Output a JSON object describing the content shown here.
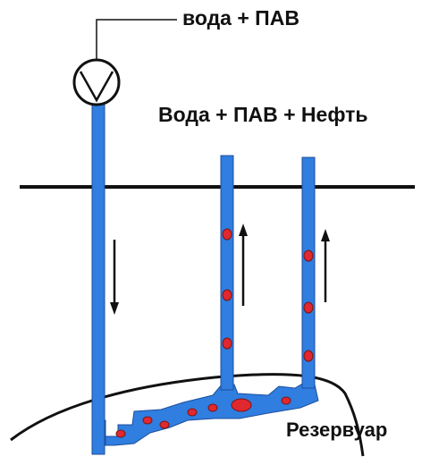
{
  "labels": {
    "injection": "вода + ПАВ",
    "production": "Вода + ПАВ + Нефть",
    "reservoir": "Резервуар"
  },
  "colors": {
    "pipe": "#2f7ee0",
    "pipe_outline": "#1f4f9c",
    "oil": "#e0282e",
    "line": "#111111"
  },
  "icons": {
    "pump": "pump-icon",
    "flow_down": "arrow-down-icon",
    "flow_up": "arrow-up-icon"
  }
}
